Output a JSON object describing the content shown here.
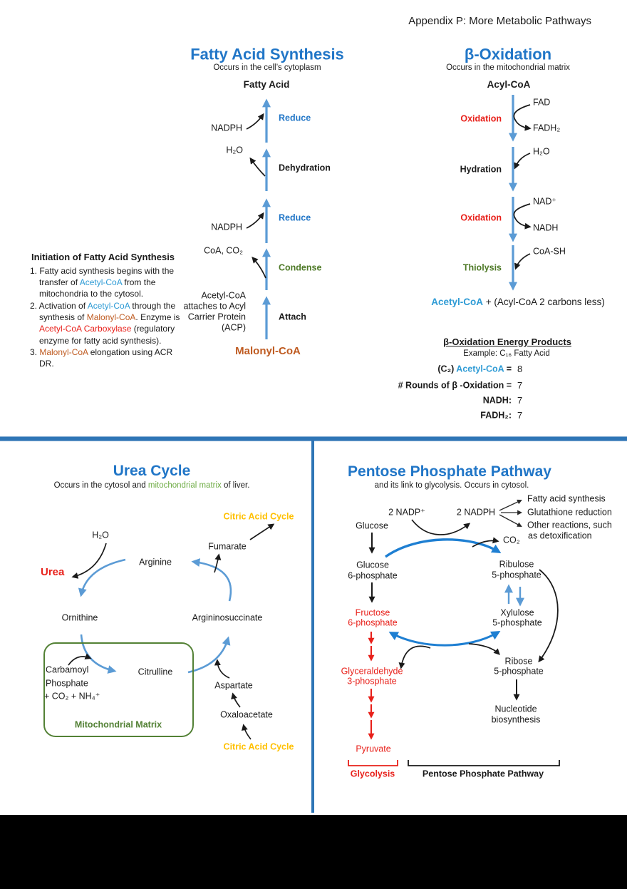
{
  "page": {
    "header": "Appendix P: More Metabolic Pathways"
  },
  "colors": {
    "heading_blue": "#2176c7",
    "link_blue": "#2e9bd5",
    "arrow_light_blue": "#5b9bd5",
    "arrow_deep_blue": "#1e7fd2",
    "red": "#e8201a",
    "green_dark": "#4f7a28",
    "green_box": "#538135",
    "green_light": "#70ad47",
    "orange": "#bf5b21",
    "yellow": "#ffc000",
    "divider_blue": "#2e75b6",
    "footer_black": "#000000"
  },
  "fas": {
    "title": "Fatty Acid Synthesis",
    "subtitle": "Occurs in the cell’s cytoplasm",
    "product": "Fatty Acid",
    "substrate": "Malonyl-CoA",
    "step_reduce_1": "Reduce",
    "step_dehydration": "Dehydration",
    "step_reduce_2": "Reduce",
    "step_condense": "Condense",
    "step_attach": "Attach",
    "cof_nadph_1": "NADPH",
    "cof_h2o": "H₂O",
    "cof_nadph_2": "NADPH",
    "cof_coa_co2": "CoA, CO₂",
    "attach_note": [
      "Acetyl-CoA",
      "attaches to Acyl",
      "Carrier Protein",
      "(ACP)"
    ],
    "initiation": {
      "title": "Initiation of Fatty Acid Synthesis",
      "item1": {
        "s0": "1. Fatty acid synthesis begins with the transfer of ",
        "s1": "Acetyl-CoA",
        "s2": " from the mitochondria to the cytosol."
      },
      "item2": {
        "s0": "2. Activation of ",
        "s1": "Acetyl-CoA",
        "s2": " through the synthesis of ",
        "s3": "Malonyl-CoA",
        "s4": ".  Enzyme is ",
        "s5": "Acetyl-CoA Carboxylase",
        "s6": " (regulatory enzyme for fatty acid synthesis)."
      },
      "item3": {
        "s0": "3. ",
        "s1": "Malonyl-CoA",
        "s2": " elongation using ACR DR."
      }
    }
  },
  "betaox": {
    "title": "β-Oxidation",
    "subtitle": "Occurs in the mitochondrial matrix",
    "start": "Acyl-CoA",
    "step_oxidation_1": "Oxidation",
    "step_hydration": "Hydration",
    "step_oxidation_2": "Oxidation",
    "step_thiolysis": "Thiolysis",
    "cof_fad": "FAD",
    "cof_fadh2": "FADH₂",
    "cof_h2o": "H₂O",
    "cof_nad": "NAD⁺",
    "cof_nadh": "NADH",
    "cof_coash": "CoA-SH",
    "result_product": "Acetyl-CoA",
    "result_rest": " + (Acyl-CoA 2 carbons less)",
    "energy": {
      "title": "β-Oxidation Energy Products",
      "example": "Example:  C₁₆ Fatty Acid",
      "row1_pre": "(C₂) ",
      "row1_link": "Acetyl-CoA",
      "row1_eq": " =",
      "row1_value": "8",
      "row2_label": "# Rounds of β -Oxidation =",
      "row2_value": "7",
      "row3_label": "NADH:",
      "row3_value": "7",
      "row4_label": "FADH₂:",
      "row4_value": "7"
    }
  },
  "urea": {
    "title": "Urea Cycle",
    "subtitle": {
      "s0": "Occurs in the cytosol and ",
      "s1": "mitochondrial matrix",
      "s2": " of liver."
    },
    "citric_top": "Citric Acid Cycle",
    "fumarate": "Fumarate",
    "h2o": "H₂O",
    "arginine": "Arginine",
    "urea": "Urea",
    "ornithine": "Ornithine",
    "argininosuccinate": "Argininosuccinate",
    "carbamoyl": [
      "Carbamoyl",
      "Phosphate",
      "+ CO₂ + NH₄⁺"
    ],
    "citrulline": "Citrulline",
    "matrix": "Mitochondrial Matrix",
    "aspartate": "Aspartate",
    "oxaloacetate": "Oxaloacetate",
    "citric_bottom": "Citric Acid Cycle"
  },
  "ppp": {
    "title": "Pentose Phosphate Pathway",
    "subtitle": "and its link to glycolysis.  Occurs in cytosol.",
    "nadp": "2 NADP⁺",
    "nadph": "2 NADPH",
    "uses": [
      "Fatty acid synthesis",
      "Glutathione reduction",
      "Other reactions, such",
      "as detoxification"
    ],
    "glucose": "Glucose",
    "co2": "CO₂",
    "g6p": [
      "Glucose",
      "6-phosphate"
    ],
    "ribulose": [
      "Ribulose",
      "5-phosphate"
    ],
    "f6p": [
      "Fructose",
      "6-phosphate"
    ],
    "xylulose": [
      "Xylulose",
      "5-phosphate"
    ],
    "g3p": [
      "Glyceraldehyde",
      "3-phosphate"
    ],
    "ribose": [
      "Ribose",
      "5-phosphate"
    ],
    "nucleotide": [
      "Nucleotide",
      "biosynthesis"
    ],
    "pyruvate": "Pyruvate",
    "glycolysis_label": "Glycolysis",
    "ppp_label": "Pentose Phosphate Pathway"
  }
}
